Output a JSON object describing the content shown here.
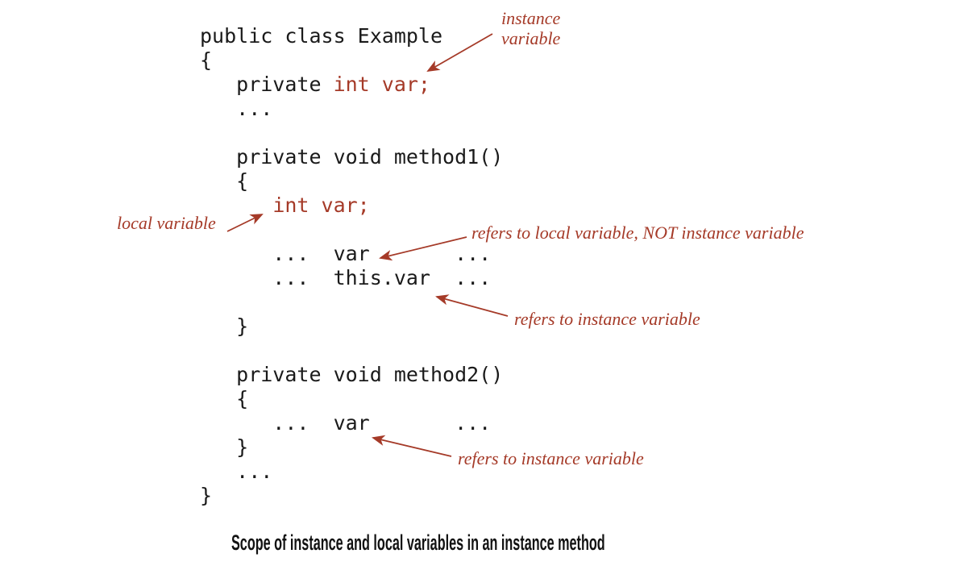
{
  "figure": {
    "caption": "Scope of instance and local variables in an instance method"
  },
  "colors": {
    "code_text": "#1a1a1a",
    "annotation_red": "#a53a28",
    "background": "#ffffff"
  },
  "code": {
    "language": "java",
    "lines": [
      {
        "parts": [
          {
            "text": "public class Example",
            "color": "black"
          }
        ]
      },
      {
        "parts": [
          {
            "text": "{",
            "color": "black"
          }
        ]
      },
      {
        "parts": [
          {
            "text": "   private ",
            "color": "black"
          },
          {
            "text": "int var;",
            "color": "red"
          }
        ]
      },
      {
        "parts": [
          {
            "text": "   ...",
            "color": "black"
          }
        ]
      },
      {
        "parts": [
          {
            "text": "",
            "color": "black"
          }
        ]
      },
      {
        "parts": [
          {
            "text": "   private void method1()",
            "color": "black"
          }
        ]
      },
      {
        "parts": [
          {
            "text": "   {",
            "color": "black"
          }
        ]
      },
      {
        "parts": [
          {
            "text": "      ",
            "color": "black"
          },
          {
            "text": "int var;",
            "color": "red"
          }
        ]
      },
      {
        "parts": [
          {
            "text": "",
            "color": "black"
          }
        ]
      },
      {
        "parts": [
          {
            "text": "      ...  var       ...",
            "color": "black"
          }
        ]
      },
      {
        "parts": [
          {
            "text": "      ...  this.var  ...",
            "color": "black"
          }
        ]
      },
      {
        "parts": [
          {
            "text": "",
            "color": "black"
          }
        ]
      },
      {
        "parts": [
          {
            "text": "   }",
            "color": "black"
          }
        ]
      },
      {
        "parts": [
          {
            "text": "",
            "color": "black"
          }
        ]
      },
      {
        "parts": [
          {
            "text": "   private void method2()",
            "color": "black"
          }
        ]
      },
      {
        "parts": [
          {
            "text": "   {",
            "color": "black"
          }
        ]
      },
      {
        "parts": [
          {
            "text": "      ...  var       ...",
            "color": "black"
          }
        ]
      },
      {
        "parts": [
          {
            "text": "   }",
            "color": "black"
          }
        ]
      },
      {
        "parts": [
          {
            "text": "   ...",
            "color": "black"
          }
        ]
      },
      {
        "parts": [
          {
            "text": "}",
            "color": "black"
          }
        ]
      }
    ]
  },
  "annotations": {
    "instance_variable": {
      "line1": "instance",
      "line2": "variable"
    },
    "local_variable": "local variable",
    "refers_local_not_instance": "refers to local variable, NOT instance variable",
    "refers_instance_this": "refers to instance variable",
    "refers_instance_method2": "refers to instance variable"
  }
}
